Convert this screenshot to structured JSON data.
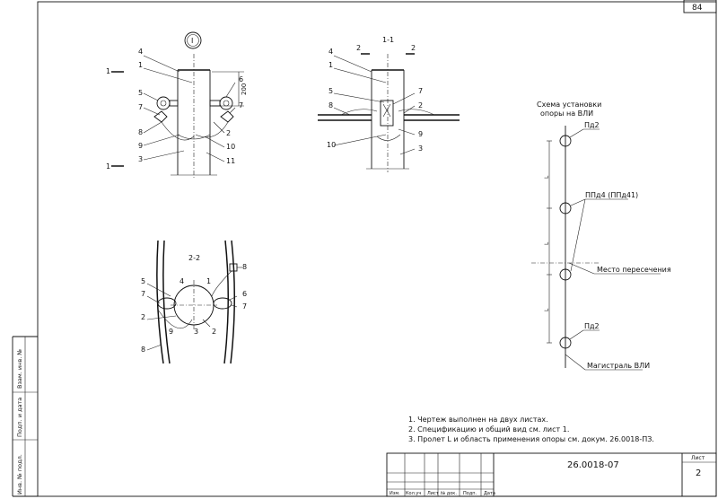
{
  "sheet_corner_number": "84",
  "views": {
    "detail_marker": "I",
    "section_1_title": "1-1",
    "section_2_title": "2-2",
    "section_1_marker": "1",
    "section_2_marker": "2",
    "dimension_200": "200"
  },
  "callouts": {
    "n1": "1",
    "n2": "2",
    "n3": "3",
    "n4": "4",
    "n5": "5",
    "n6": "6",
    "n7": "7",
    "n8": "8",
    "n9": "9",
    "n10": "10",
    "n11": "11"
  },
  "scheme": {
    "title_line1": "Схема установки",
    "title_line2": "опоры на ВЛИ",
    "label_pd2_top": "Пд2",
    "label_ppd4": "ППд4 (ППд41)",
    "label_crossing": "Место пересечения",
    "label_pd2_bottom": "Пд2",
    "label_main": "Магистраль ВЛИ",
    "span_label": "L"
  },
  "notes": [
    "1. Чертеж выполнен на двух листах.",
    "2. Спецификацию и общий вид см. лист 1.",
    "3. Пролет L и область применения опоры см. докум. 26.0018-ПЗ."
  ],
  "side_stamp": {
    "col1": "Инв. № подл.",
    "col2": "Подп. и дата",
    "col3": "Взам. инв. №"
  },
  "title_block": {
    "headers": [
      "Изм.",
      "Кол.уч",
      "Лист",
      "№ док.",
      "Подп.",
      "Дата"
    ],
    "doc_number": "26.0018-07",
    "sheet_label": "Лист",
    "sheet_number": "2"
  }
}
